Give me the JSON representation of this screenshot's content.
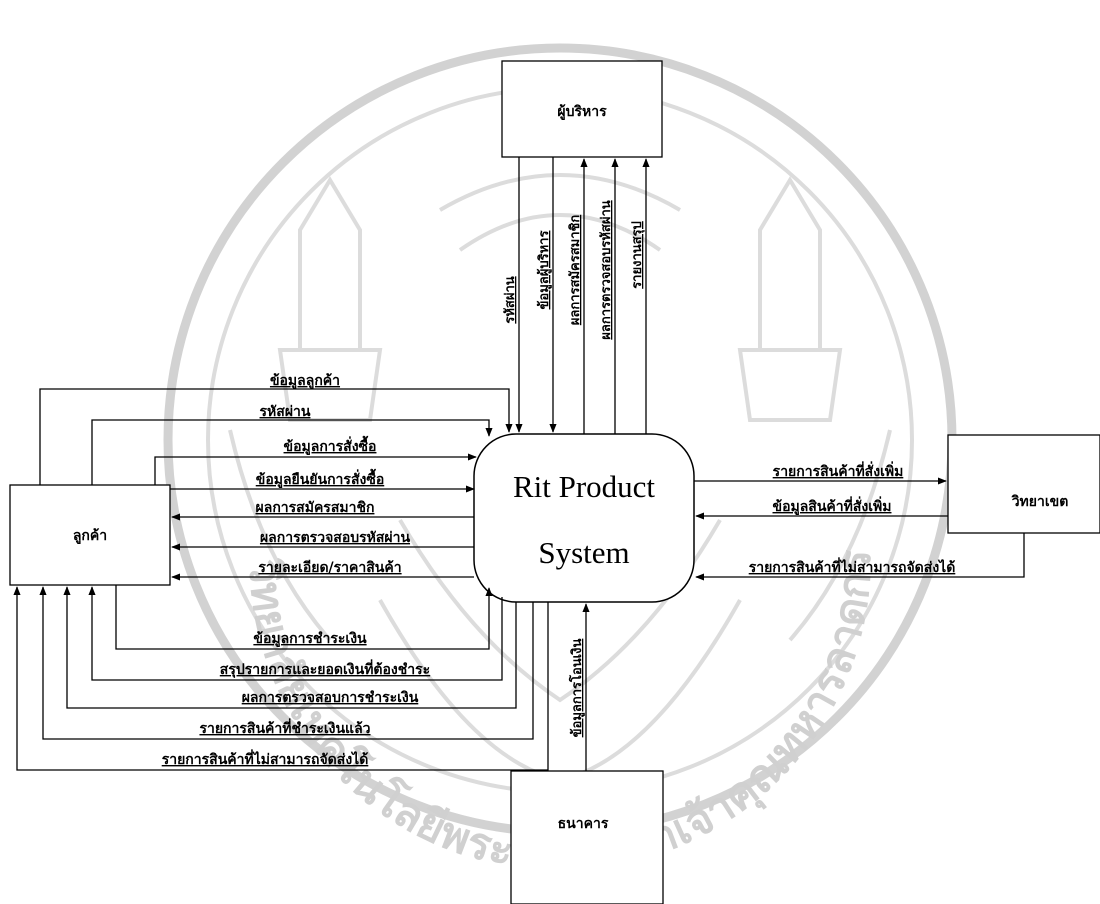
{
  "process": {
    "line1": "Rit Product",
    "line2": "System"
  },
  "entities": {
    "executive": "ผู้บริหาร",
    "customer": "ลูกค้า",
    "campus": "วิทยาเขต",
    "bank": "ธนาคาร"
  },
  "watermark": {
    "text": "มหาวิทยาลัยเทคโนโลยีพระจอมเกล้าเจ้าคุณทหารลาดกระบัง"
  },
  "flows": {
    "exec_password": "รหัสผ่าน",
    "exec_info": "ข้อมูลผู้บริหาร",
    "exec_member_result": "ผลการสมัครสมาชิก",
    "exec_pw_check": "ผลการตรวจสอบรหัสผ่าน",
    "exec_report": "รายงานสรุป",
    "cust_info": "ข้อมูลลูกค้า",
    "cust_password": "รหัสผ่าน",
    "cust_order_info": "ข้อมูลการสั่งซื้อ",
    "cust_order_confirm": "ข้อมูลยืนยันการสั่งซื้อ",
    "cust_member_result": "ผลการสมัครสมาชิก",
    "cust_pw_check": "ผลการตรวจสอบรหัสผ่าน",
    "cust_product_detail": "รายละเอียด/ราคาสินค้า",
    "cust_payment_info": "ข้อมูลการชำระเงิน",
    "cust_payment_summary": "สรุปรายการและยอดเงินที่ต้องชำระ",
    "cust_payment_check": "ผลการตรวจสอบการชำระเงิน",
    "cust_paid_items": "รายการสินค้าที่ชำระเงินแล้ว",
    "cust_undeliverable": "รายการสินค้าที่ไม่สามารถจัดส่งได้",
    "campus_extra_items": "รายการสินค้าที่สั่งเพิ่ม",
    "campus_extra_info": "ข้อมูลสินค้าที่สั่งเพิ่ม",
    "campus_undeliverable": "รายการสินค้าที่ไม่สามารถจัดส่งได้",
    "bank_transfer": "ข้อมูลการโอนเงิน"
  }
}
